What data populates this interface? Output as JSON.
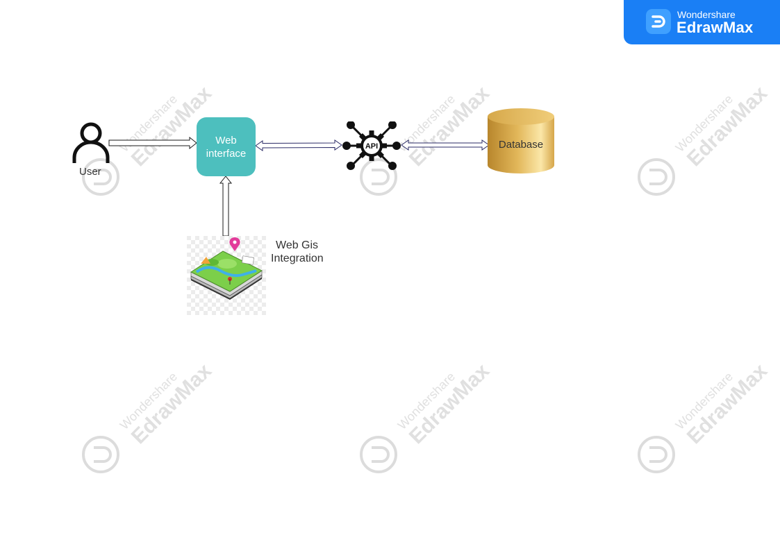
{
  "watermark": {
    "line1": "Wondershare",
    "line2": "EdrawMax"
  },
  "badge": {
    "line1": "Wondershare",
    "line2": "EdrawMax"
  },
  "diagram": {
    "user_label": "User",
    "web_interface_label": "Web interface",
    "gis_label_line1": "Web Gis",
    "gis_label_line2": "Integration",
    "api_label": "API",
    "database_label": "Database"
  },
  "colors": {
    "accent": "#1a7ff5",
    "web_box": "#4dbfbe",
    "database": "#d9ac4a",
    "arrow_stroke": "#2a2a66"
  }
}
